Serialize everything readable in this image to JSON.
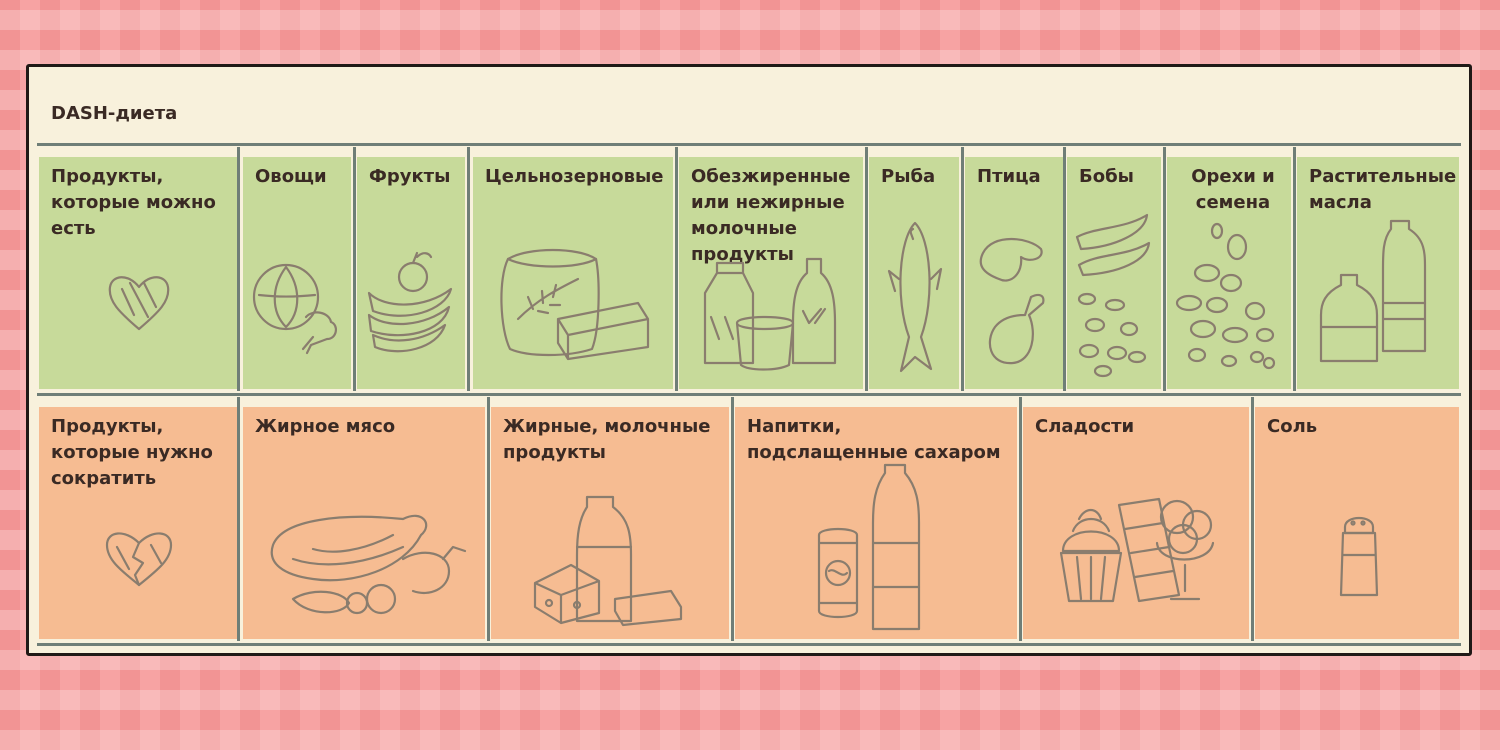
{
  "title": "DASH-диета",
  "top_row": {
    "label": "Продукты, которые можно есть",
    "items": [
      {
        "label": "Овощи"
      },
      {
        "label": "Фрукты"
      },
      {
        "label": "Цельнозерновые"
      },
      {
        "label": "Обезжиренные или нежирные молочные продукты"
      },
      {
        "label": "Рыба"
      },
      {
        "label": "Птица"
      },
      {
        "label": "Бобы"
      },
      {
        "label": "Орехи и семена"
      },
      {
        "label": "Растительные масла"
      }
    ]
  },
  "bottom_row": {
    "label": "Продукты, которые нужно сократить",
    "items": [
      {
        "label": "Жирное мясо"
      },
      {
        "label": "Жирные, молочные продукты"
      },
      {
        "label": "Напитки, подслащенные сахаром"
      },
      {
        "label": "Сладости"
      },
      {
        "label": "Соль"
      }
    ]
  },
  "colors": {
    "green": "#c7da9a",
    "orange": "#f6bc92",
    "frame": "#f8f1dc"
  }
}
